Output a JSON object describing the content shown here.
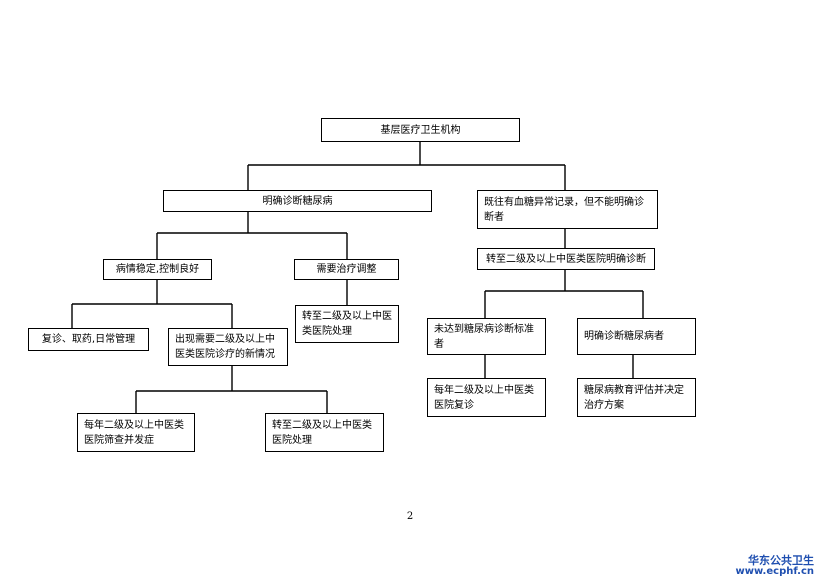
{
  "diagram": {
    "root": "基层医疗卫生机构",
    "confirmed": {
      "label": "明确诊断糖尿病",
      "stable": {
        "label": "病情稳定,控制良好",
        "routine": "复诊、取药,日常管理",
        "new_situation": "出现需要二级及以上中医类医院诊疗的新情况",
        "annual_screening": "每年二级及以上中医类医院筛查并发症",
        "refer_treat": "转至二级及以上中医类医院处理"
      },
      "needs_adjust": {
        "label": "需要治疗调整",
        "refer_treat": "转至二级及以上中医类医院处理"
      }
    },
    "history": {
      "label": "既往有血糖异常记录，但不能明确诊断者",
      "refer_diagnose": "转至二级及以上中医类医院明确诊断",
      "not_met": {
        "label": "未达到糖尿病诊断标准者",
        "annual_revisit": "每年二级及以上中医类医院复诊"
      },
      "confirmed": {
        "label": "明确诊断糖尿病者",
        "plan": "糖尿病教育评估并决定治疗方案"
      }
    }
  },
  "page_number": "2",
  "watermark": {
    "name": "华东公共卫生",
    "url": "www.ecphf.cn"
  }
}
